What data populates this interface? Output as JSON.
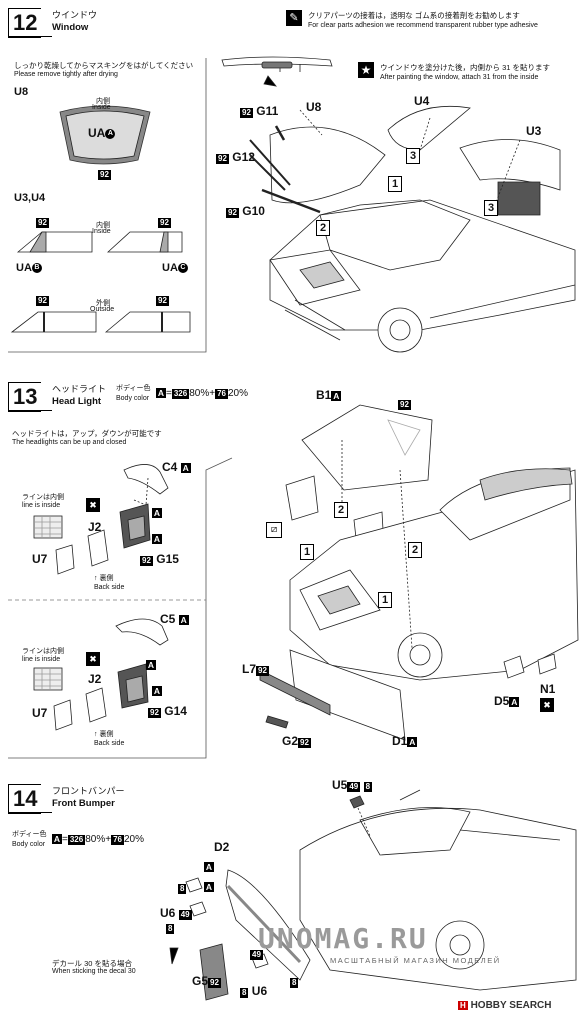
{
  "step12": {
    "num": "12",
    "title_jp": "ウインドウ",
    "title_en": "Window",
    "clear_jp": "クリアパーツの接着は，透明な ゴム系の接着剤をお勧めします",
    "clear_en": "For clear parts adhesion we recommend transparent rubber type adhesive",
    "paint_jp": "ウインドウを塗分けた後，内側から 31 を貼ります",
    "paint_en": "After painting the window, attach 31 from the inside",
    "mask_jp": "しっかり乾燥してからマスキングをはがしてください",
    "mask_en": "Please remove tightly after drying",
    "u8": "U8",
    "inside_jp": "内側",
    "inside_en": "Inside",
    "ua_a": "UA",
    "ua_a_c": "A",
    "n92": "92",
    "u3u4": "U3,U4",
    "outside_jp": "外側",
    "outside_en": "Outside",
    "uab": "UA",
    "uab_c": "B",
    "uac": "UA",
    "uac_c": "C",
    "parts": {
      "g11": "G11",
      "g12": "G12",
      "g10": "G10",
      "u8": "U8",
      "u4": "U4",
      "u3": "U3"
    },
    "boxes": [
      "1",
      "2",
      "3",
      "3"
    ]
  },
  "step13": {
    "num": "13",
    "title_jp": "ヘッドライト",
    "title_en": "Head Light",
    "body_jp": "ボディー色",
    "body_en": "Body color",
    "A": "A",
    "c1": "326",
    "p1": "80%+",
    "c2": "76",
    "p2": "20%",
    "updown_jp": "ヘッドライトは，アップ，ダウンが可能です",
    "updown_en": "The headlights can be up and closed",
    "line_jp": "ラインは内側",
    "line_en": "line is inside",
    "back_jp": "裏側",
    "back_en": "Back side",
    "parts": {
      "c4": "C4",
      "j2": "J2",
      "u7": "U7",
      "g15": "G15",
      "c5": "C5",
      "g14": "G14",
      "b1": "B1",
      "l7": "L7",
      "g2": "G2",
      "d1": "D1",
      "d5": "D5",
      "n1": "N1"
    },
    "n92": "92",
    "boxes": [
      "2",
      "2",
      "1",
      "1"
    ]
  },
  "step14": {
    "num": "14",
    "title_jp": "フロントバンパー",
    "title_en": "Front Bumper",
    "body_jp": "ボディー色",
    "body_en": "Body color",
    "A": "A",
    "c1": "326",
    "p1": "80%+",
    "c2": "76",
    "p2": "20%",
    "decal_jp": "デカール 30 を貼る場合",
    "decal_en": "When sticking the decal 30",
    "parts": {
      "u5": "U5",
      "n49": "49",
      "n8": "8",
      "d2": "D2",
      "u6": "U6",
      "g5": "G5",
      "n92": "92"
    }
  },
  "watermark": {
    "main": "UNOMAG.RU",
    "sub": "МАСШТАБНЫЙ МАГАЗИН МОДЕЛЕЙ",
    "hobby": "HOBBY SEARCH"
  }
}
